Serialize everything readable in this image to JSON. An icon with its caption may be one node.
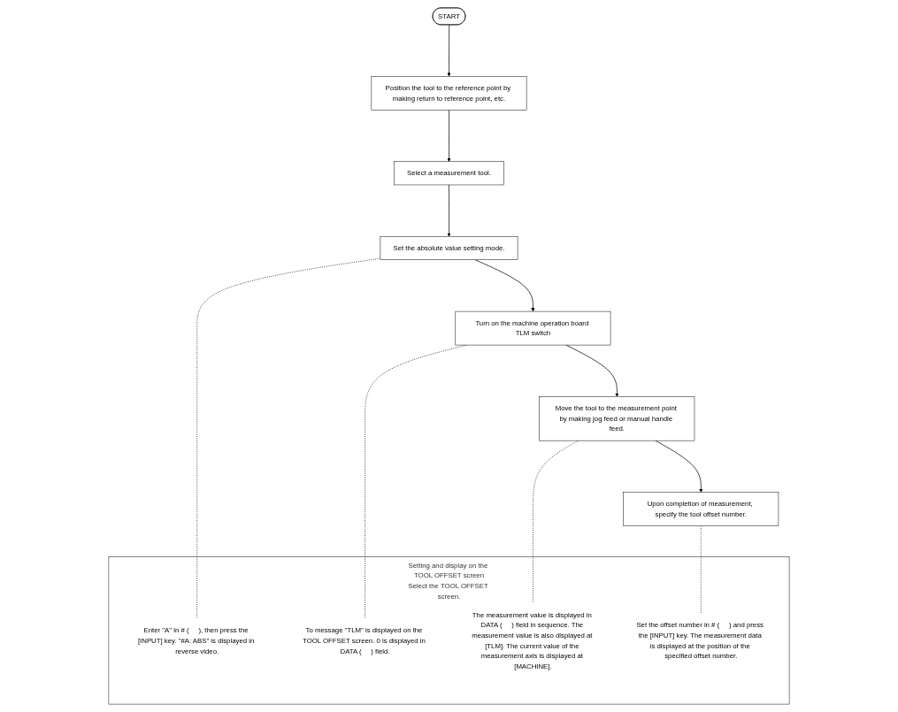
{
  "diagram": {
    "nodes": [
      {
        "text": [
          "START"
        ]
      },
      {
        "text": [
          "Position the tool to the reference point by making return to reference point, etc."
        ]
      },
      {
        "text": [
          "Select a measurement tool."
        ]
      },
      {
        "text": [
          "Set the absolute value setting mode."
        ]
      },
      {
        "text": [
          "Turn on the machine operation board TLM switch"
        ]
      },
      {
        "text": [
          "Move the tool to the measurement point by making jog feed or manual handle feed."
        ]
      },
      {
        "text": [
          "Upon completion of measurement, specify the tool offset number."
        ]
      },
      {
        "text": [
          "Setting and display on the TOOL OFFSET screen",
          "Select the TOOL OFFSET screen."
        ]
      },
      {
        "text": [
          "Enter \"A\" in # (     ), then press the [INPUT] key. \"#A: ABS\" is displayed in reverse video."
        ],
        "in": 7
      },
      {
        "text": [
          "To message \"TLM\" is displayed on the TOOL OFFSET screen. 0 is displayed in DATA (     ) field."
        ],
        "in": 7
      },
      {
        "text": [
          "The measurement value is displayed in DATA (     ) field in sequence. The measurement value is also displayed at [TLM]. The current value of the measurement axis is displayed at [MACHINE]."
        ],
        "in": 7
      },
      {
        "text": [
          "Set the offset number in # (     ) and press the [INPUT] key. The measurement data is displayed at the position of the specified offset number."
        ],
        "in": 7
      }
    ],
    "edges": [
      {
        "from": 0,
        "to": 1,
        "arrow": "to"
      },
      {
        "from": 1,
        "to": 2,
        "arrow": "to"
      },
      {
        "from": 2,
        "to": 3,
        "arrow": "to"
      },
      {
        "from": 3,
        "to": 4,
        "arrow": "to"
      },
      {
        "from": 4,
        "to": 5,
        "arrow": "to"
      },
      {
        "from": 5,
        "to": 6,
        "arrow": "to"
      },
      {
        "from": 3,
        "to": 8,
        "arrow": "none",
        "style": "dashed"
      },
      {
        "from": 4,
        "to": 9,
        "arrow": "none",
        "style": "dashed"
      },
      {
        "from": 5,
        "to": 10,
        "arrow": "none",
        "style": "dashed"
      },
      {
        "from": 6,
        "to": 11,
        "arrow": "none",
        "style": "dashed"
      }
    ]
  }
}
